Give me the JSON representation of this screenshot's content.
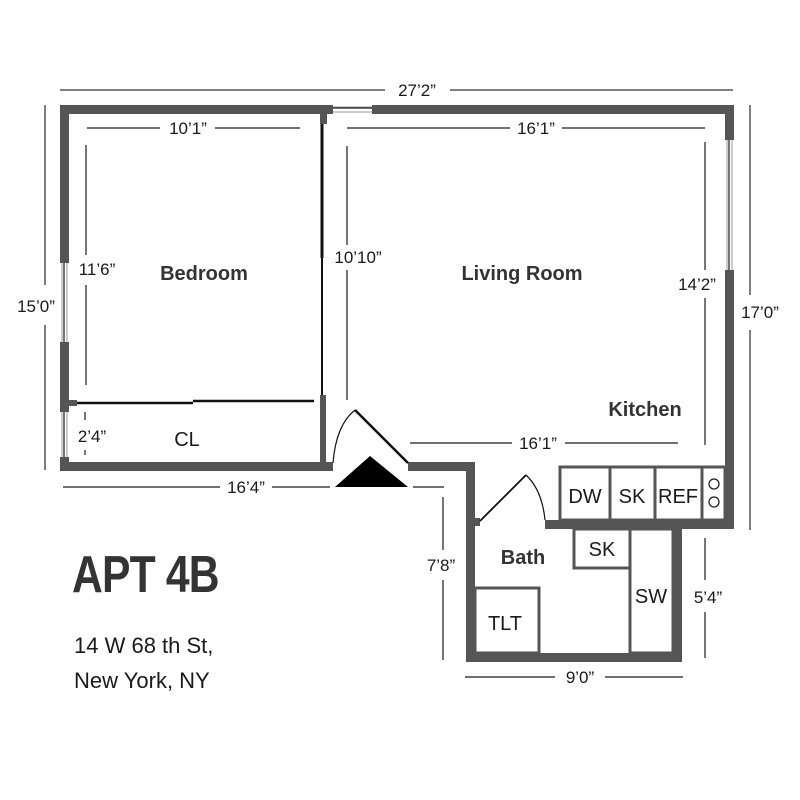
{
  "title": "APT 4B",
  "address": {
    "line1": "14 W 68 th St,",
    "line2": "New York, NY"
  },
  "rooms": {
    "bedroom": "Bedroom",
    "living_room": "Living Room",
    "kitchen": "Kitchen",
    "bath": "Bath",
    "closet": "CL"
  },
  "fixtures": {
    "dishwasher": "DW",
    "kitchen_sink": "SK",
    "refrigerator": "REF",
    "bath_sink": "SK",
    "shower": "SW",
    "toilet": "TLT",
    "stove": "oo"
  },
  "dimensions": {
    "overall_width": "27’2”",
    "overall_height": "17’0”",
    "left_height": "15’0”",
    "bedroom_width": "10’1”",
    "bedroom_height": "11’6”",
    "closet_depth": "2’4”",
    "living_width": "16’1”",
    "living_depth_left": "10’10”",
    "living_depth_right": "14’2”",
    "kitchen_width": "16’1”",
    "bottom_left_width": "16’4”",
    "bath_height": "7’8”",
    "bath_width": "9’0”",
    "bath_right_height": "5’4”"
  },
  "colors": {
    "wall": "#555555",
    "line": "#1a1a1a",
    "window": "#cccccc"
  }
}
